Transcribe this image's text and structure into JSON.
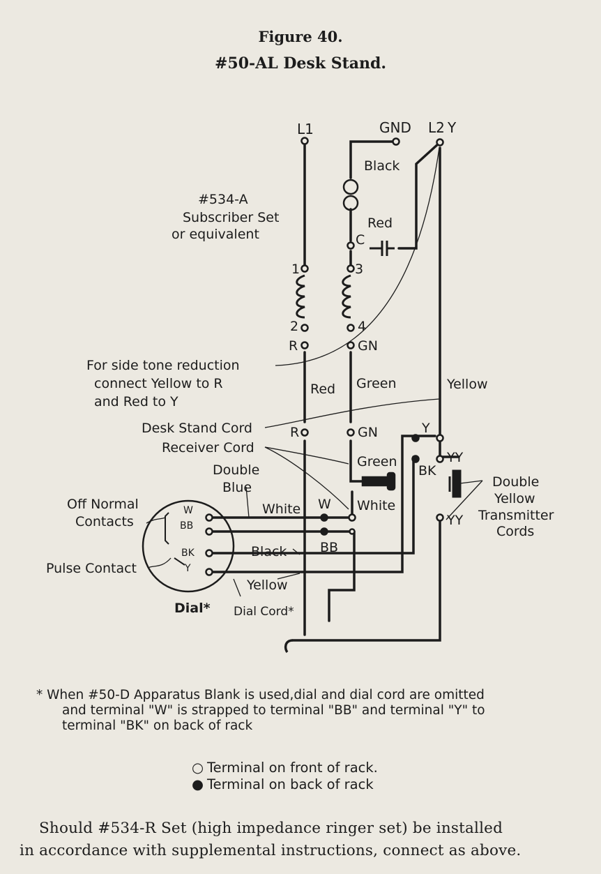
{
  "figure": {
    "number": "Figure 40.",
    "title": "#50-AL Desk Stand."
  },
  "diagram": {
    "line_terminals": {
      "l1": "L1",
      "gnd": "GND",
      "l2": "L2",
      "l2_y": "Y"
    },
    "subscriber_set": [
      "#534-A",
      "Subscriber Set",
      "or equivalent"
    ],
    "wire_colors": {
      "black": "Black",
      "red": "Red",
      "green": "Green",
      "yellow": "Yellow",
      "white": "White",
      "double_blue_1": "Double",
      "double_blue_2": "Blue"
    },
    "terminals": {
      "c": "C",
      "t1": "1",
      "t2": "2",
      "t3": "3",
      "t4": "4",
      "r": "R",
      "gn": "GN",
      "y": "Y",
      "yy": "YY",
      "bk": "BK",
      "w": "W",
      "bb": "BB"
    },
    "side_tone_note": [
      "For side tone reduction",
      "connect Yellow to R",
      "and Red to Y"
    ],
    "cord_labels": {
      "desk_stand": "Desk Stand Cord",
      "receiver": "Receiver Cord",
      "dial_cord": "Dial Cord*",
      "transmitter": [
        "Double",
        "Yellow",
        "Transmitter",
        "Cords"
      ]
    },
    "dial": {
      "label": "Dial*",
      "off_normal": [
        "Off Normal",
        "Contacts"
      ],
      "pulse": "Pulse Contact",
      "inner_terms": [
        "W",
        "BB",
        "BK",
        "Y"
      ]
    }
  },
  "footnote": [
    "* When #50-D Apparatus Blank is used,dial and dial cord are omitted",
    "and terminal \"W\" is strapped to terminal \"BB\" and terminal \"Y\" to",
    "terminal \"BK\" on back of rack"
  ],
  "legend": {
    "open_symbol": "○",
    "open_text": "Terminal on front of rack.",
    "filled_symbol": "●",
    "filled_text": "Terminal on back of rack"
  },
  "footer": [
    "Should #534-R Set (high impedance ringer set) be installed",
    "in accordance with supplemental instructions, connect as above."
  ]
}
